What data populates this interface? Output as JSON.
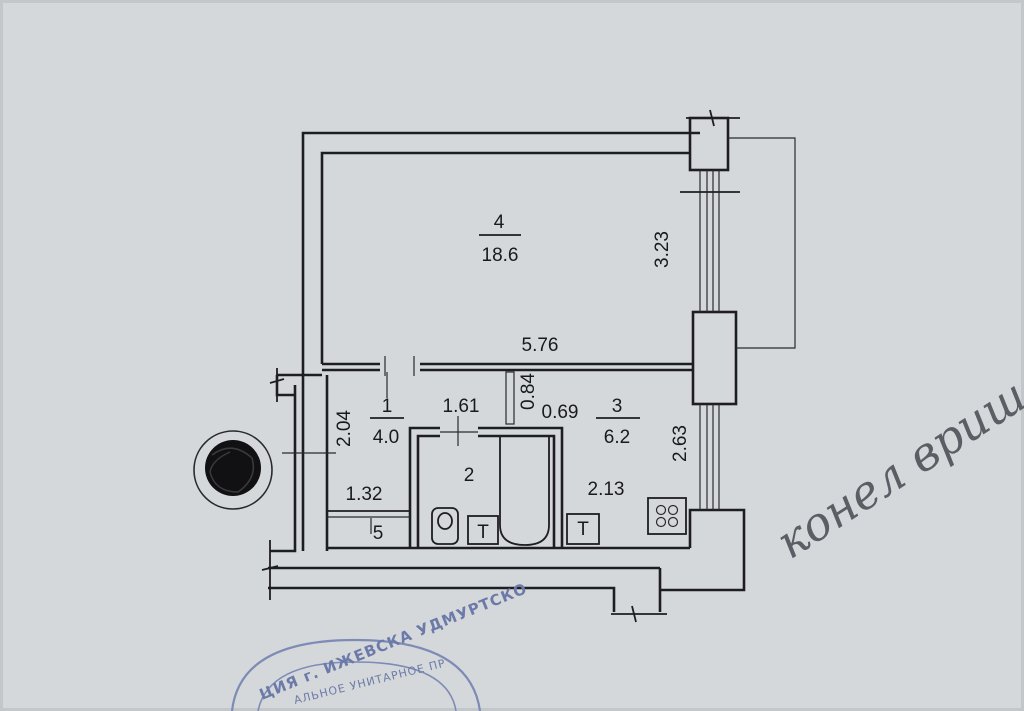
{
  "rooms": [
    {
      "number": "4",
      "area": "18.6"
    },
    {
      "number": "1",
      "area": "4.0"
    },
    {
      "number": "2"
    },
    {
      "number": "3",
      "area": "6.2"
    },
    {
      "number": "5"
    }
  ],
  "dimensions": {
    "room4_width": "5.76",
    "room4_depth": "3.23",
    "hall_depth": "2.04",
    "hall_width": "1.61",
    "door_width": "0.84",
    "kitchen_offset": "0.69",
    "kitchen_depth": "2.63",
    "kitchen_width": "2.13",
    "closet_width": "1.32"
  },
  "fixture_labels": {
    "toilet_t": "T",
    "kitchen_t": "T"
  },
  "handwriting": "конел вриш",
  "stamp": {
    "line1": "ЦИЯ г. ИЖЕВСКА УДМУРТСКО",
    "line2": "АЛЬНОЕ УНИТАРНОЕ ПР"
  }
}
